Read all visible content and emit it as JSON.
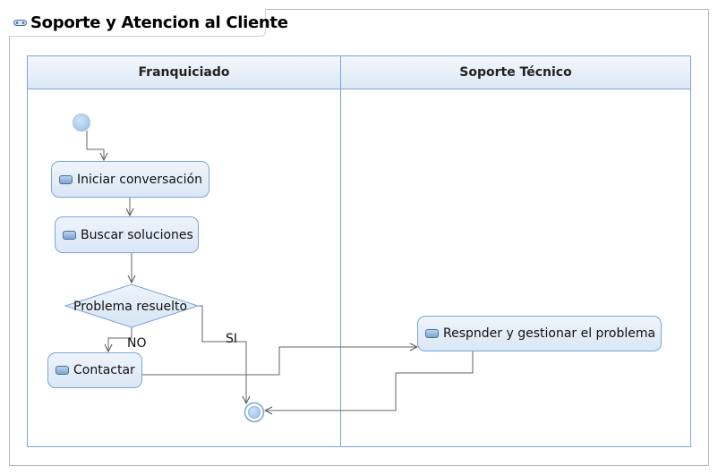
{
  "diagram": {
    "title": "Soporte y Atencion al Cliente",
    "lanes": [
      {
        "name": "Franquiciado"
      },
      {
        "name": "Soporte Técnico"
      }
    ],
    "actions": {
      "iniciar": "Iniciar conversación",
      "buscar": "Buscar soluciones",
      "contactar": "Contactar",
      "responder": "Respnder y gestionar el problema"
    },
    "decision": {
      "label": "Problema resuelto",
      "no_label": "NO",
      "si_label": "SI"
    }
  }
}
